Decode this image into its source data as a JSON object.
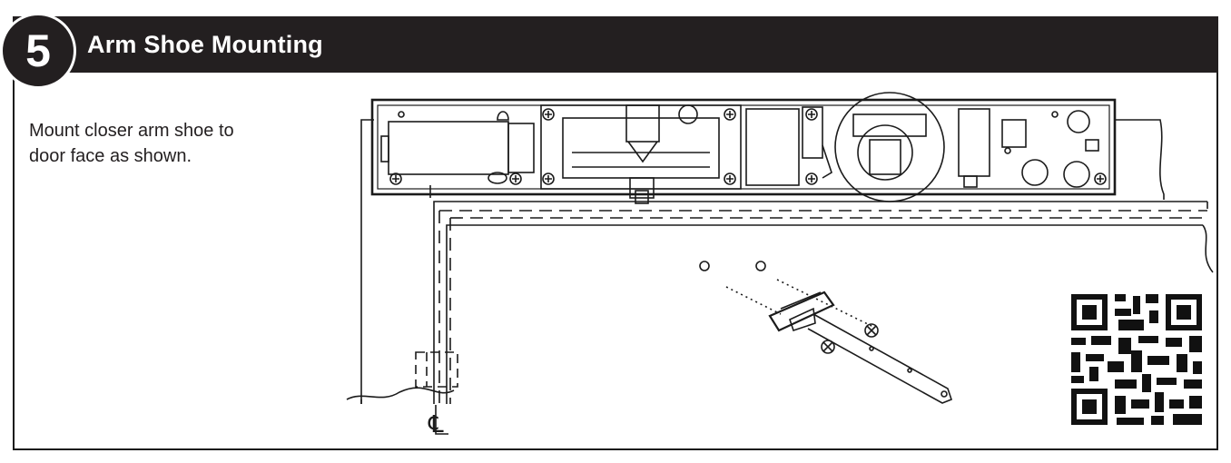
{
  "step": {
    "number": "5",
    "title": "Arm Shoe Mounting"
  },
  "instructions": {
    "line1": "Mount closer arm shoe to",
    "line2": "door face as shown."
  },
  "diagram": {
    "centerline_symbol": "℄"
  }
}
